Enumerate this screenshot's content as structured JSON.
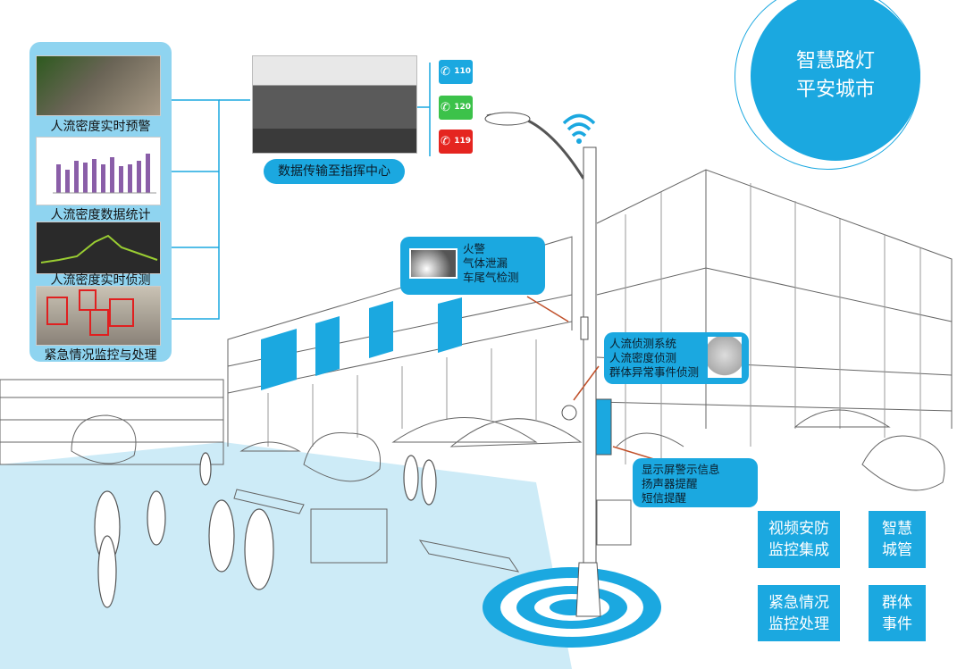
{
  "colors": {
    "accent": "#1ba8e0",
    "panel": "#8fd4f0",
    "plaza": "#cdebf7",
    "police": "#1ba8e0",
    "ambulance": "#3cc24a",
    "fire": "#e52520"
  },
  "left_panel": {
    "items": [
      {
        "caption": "人流密度实时预警"
      },
      {
        "caption": "人流密度数据统计"
      },
      {
        "caption": "人流密度实时侦测"
      },
      {
        "caption": "紧急情况监控与处理"
      }
    ]
  },
  "command_center": {
    "label": "数据传输至指挥中心"
  },
  "phones": [
    {
      "number": "110",
      "icon": "phone-icon",
      "color": "#1ba8e0"
    },
    {
      "number": "120",
      "icon": "phone-icon",
      "color": "#3cc24a"
    },
    {
      "number": "119",
      "icon": "phone-icon",
      "color": "#e52520"
    }
  ],
  "title_circle": {
    "line1": "智慧路灯",
    "line2": "平安城市"
  },
  "callouts": {
    "sensor": {
      "lines": [
        "火警",
        "气体泄漏",
        "车尾气检测"
      ]
    },
    "camera": {
      "lines": [
        "人流侦测系统",
        "人流密度侦测",
        "群体异常事件侦测"
      ]
    },
    "display": {
      "lines": [
        "显示屏警示信息",
        "扬声器提醒",
        "短信提醒"
      ]
    }
  },
  "tiles": [
    {
      "label": "视频安防\n监控集成"
    },
    {
      "label": "智慧\n城管"
    },
    {
      "label": "紧急情况\n监控处理"
    },
    {
      "label": "群体\n事件"
    }
  ]
}
